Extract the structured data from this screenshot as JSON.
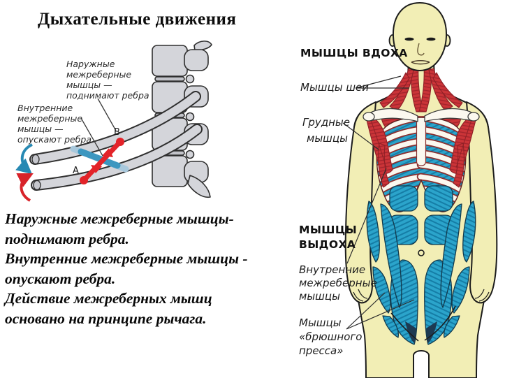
{
  "title": "Дыхательные движения",
  "colors": {
    "background": "#ffffff",
    "skin": "#f2eeb5",
    "outline": "#1c1c1c",
    "muscle_red": "#cb3438",
    "muscle_blue": "#2ba4cb",
    "bone_white": "#fbf8ef",
    "rib_gray": "#d4d5da",
    "band_red": "#e32329",
    "band_blue": "#4b9fc4",
    "arrow_down_blue": "#2789b3",
    "arrow_up_red": "#d8232a"
  },
  "rib_diagram": {
    "external_label": {
      "lines": [
        "Наружные",
        "межреберные",
        "мышцы —",
        "поднимают ребра"
      ]
    },
    "internal_label": {
      "lines": [
        "Внутренние",
        "межреберные",
        "мышцы —",
        "опускают ребра"
      ]
    },
    "point_a": "A",
    "point_b": "B"
  },
  "summary": {
    "lines": [
      "Наружные межреберные мышцы-",
      "поднимают ребра.",
      "Внутренние межреберные мышцы -",
      "опускают ребра.",
      "Действие межреберных мышц",
      "основано на принципе рычага."
    ]
  },
  "muscle_figure": {
    "inhale_header": "МЫШЦЫ ВДОХА",
    "neck_label": "Мышцы шеи",
    "chest_label": {
      "lines": [
        "Грудные",
        "мышцы"
      ]
    },
    "exhale_header": {
      "lines": [
        "МЫШЦЫ",
        "ВЫДОХА"
      ]
    },
    "internal_intercostal_label": {
      "lines": [
        "Внутренние",
        "межреберные",
        "мышцы"
      ]
    },
    "abdominal_label": {
      "lines": [
        "Мышцы",
        "«брюшного",
        "пресса»"
      ]
    }
  }
}
